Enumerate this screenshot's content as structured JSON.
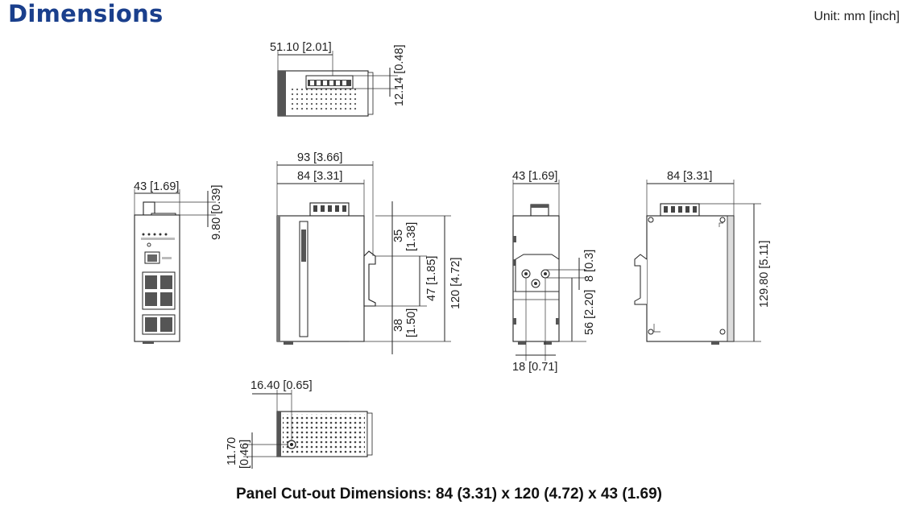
{
  "header": {
    "title": "Dimensions",
    "unit": "Unit: mm [inch]"
  },
  "top_view": {
    "width_label": "51.10 [2.01]",
    "height_label": "12.14 [0.48]"
  },
  "side_view_left": {
    "width_label": "43 [1.69]",
    "height_label": "9.80 [0.39]"
  },
  "front_view": {
    "overall_width_label": "93 [3.66]",
    "body_width_label": "84 [3.31]",
    "top_offset_label_mm": "35",
    "top_offset_label_in": "[1.38]",
    "mid_label": "47 [1.85]",
    "bottom_label_mm": "38",
    "bottom_label_in": "[1.50]",
    "total_height_label": "120 [4.72]"
  },
  "rear_view": {
    "width_label": "43 [1.69]",
    "hole_offset_label": "8 [0.3]",
    "hole_height_label": "56 [2.20]",
    "hole_spacing_label": "18 [0.71]"
  },
  "side_view_right": {
    "width_label": "84 [3.31]",
    "height_label": "129.80 [5.11]"
  },
  "bottom_view": {
    "width_label": "16.40 [0.65]",
    "height_label_mm": "11.70",
    "height_label_in": "[0.46]"
  },
  "footer": {
    "text": "Panel Cut-out Dimensions: 84 (3.31) x 120 (4.72) x 43 (1.69)"
  }
}
